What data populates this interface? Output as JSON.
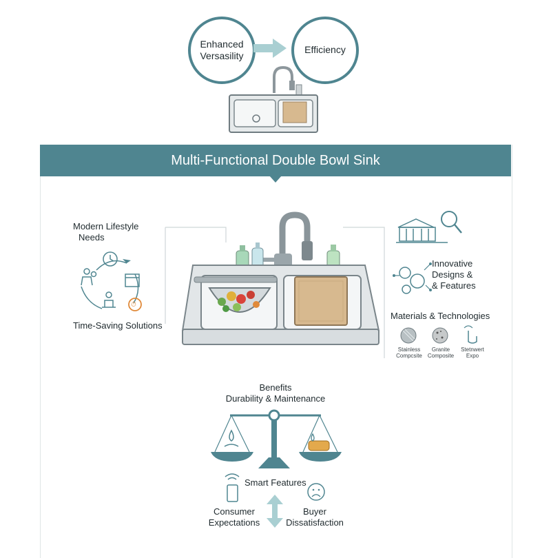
{
  "top": {
    "left_circle": [
      "Enhanced",
      "Versasility"
    ],
    "right_circle": "Efficiency"
  },
  "banner": {
    "title": "Multi-Functional Double Bowl Sink"
  },
  "left": {
    "lifestyle": [
      "Modern Lifestyle",
      "Needs"
    ],
    "time_saving": "Time-Saving Solutions",
    "badge": "⏱"
  },
  "right": {
    "innovative": [
      "Innovative",
      "Designs &",
      "& Features"
    ],
    "materials_title": "Materials & Technologies",
    "materials": [
      [
        "Stainless",
        "Compcsite"
      ],
      [
        "Granite",
        "Composite"
      ],
      [
        "Stetnwert",
        "Expo"
      ]
    ]
  },
  "bottom": {
    "benefits": "Benefits",
    "durability": "Durability & Maintenance",
    "smart": "Smart Features",
    "consumer": [
      "Consumer",
      "Expectations"
    ],
    "buyer": [
      "Buyer",
      "Dissatisfaction"
    ]
  },
  "colors": {
    "teal": "#4f8590",
    "steel": "#9aa5aa",
    "board": "#d7b98f"
  }
}
